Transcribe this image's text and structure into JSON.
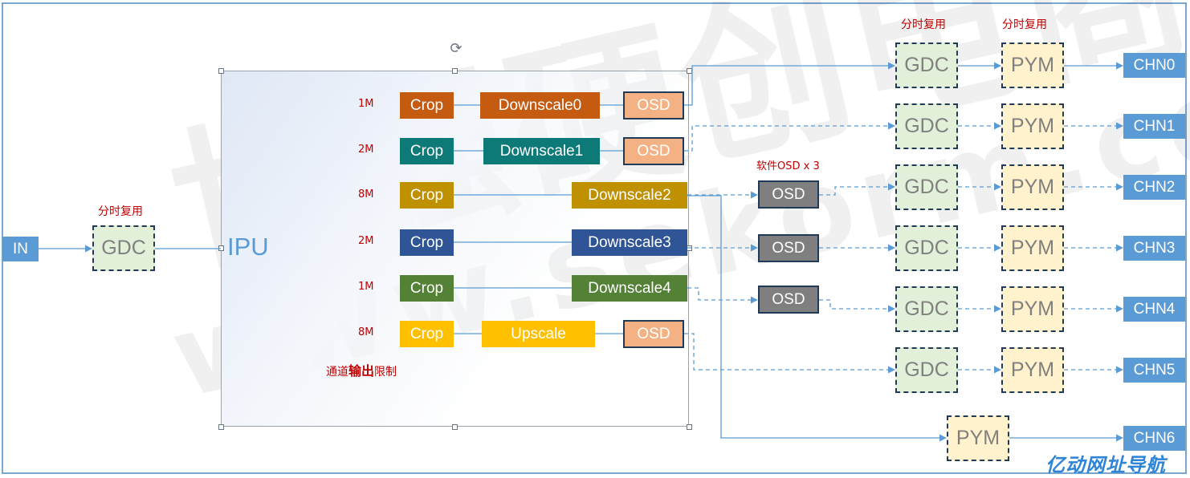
{
  "input": {
    "label": "IN"
  },
  "input_gdc": {
    "label": "GDC",
    "note": "分时复用"
  },
  "ipu": {
    "label": "IPU",
    "output_limit_pre": "通道",
    "output_limit_bold": "输出",
    "output_limit_post": "限制"
  },
  "channels": [
    {
      "res": "1M",
      "crop": "Crop",
      "scale": "Downscale0",
      "osd": "OSD"
    },
    {
      "res": "2M",
      "crop": "Crop",
      "scale": "Downscale1",
      "osd": "OSD"
    },
    {
      "res": "8M",
      "crop": "Crop",
      "scale": "Downscale2"
    },
    {
      "res": "2M",
      "crop": "Crop",
      "scale": "Downscale3"
    },
    {
      "res": "1M",
      "crop": "Crop",
      "scale": "Downscale4"
    },
    {
      "res": "8M",
      "crop": "Crop",
      "scale": "Upscale",
      "osd": "OSD"
    }
  ],
  "soft_osd": {
    "note": "软件OSD x 3",
    "labels": [
      "OSD",
      "OSD",
      "OSD"
    ]
  },
  "stage_notes": {
    "gdc": "分时复用",
    "pym": "分时复用"
  },
  "gdc_stage": [
    "GDC",
    "GDC",
    "GDC",
    "GDC",
    "GDC",
    "GDC"
  ],
  "pym_stage": [
    "PYM",
    "PYM",
    "PYM",
    "PYM",
    "PYM",
    "PYM"
  ],
  "pym_extra": "PYM",
  "outputs": [
    "CHN0",
    "CHN1",
    "CHN2",
    "CHN3",
    "CHN4",
    "CHN5",
    "CHN6"
  ],
  "watermark": {
    "cn": "世强硬创电商",
    "en": "www.sekorm.com"
  },
  "corner_logo": "亿动网址导航",
  "colors": {
    "line": "#5b9bd5",
    "crop_row0": "#c55a11",
    "crop_row1": "#0e7a78",
    "crop_row2": "#bf9000",
    "crop_row3": "#2f5597",
    "crop_row4": "#538135",
    "crop_row5": "#ffc000",
    "osd_light": "#f4b183",
    "osd_gray": "#7f7f7f",
    "gdc_fill": "#e2efd9",
    "pym_fill": "#fff2cc",
    "chn_fill": "#5b9bd5",
    "note_red": "#c00000"
  },
  "icons": {
    "rotate_handle": "rotate-icon"
  }
}
